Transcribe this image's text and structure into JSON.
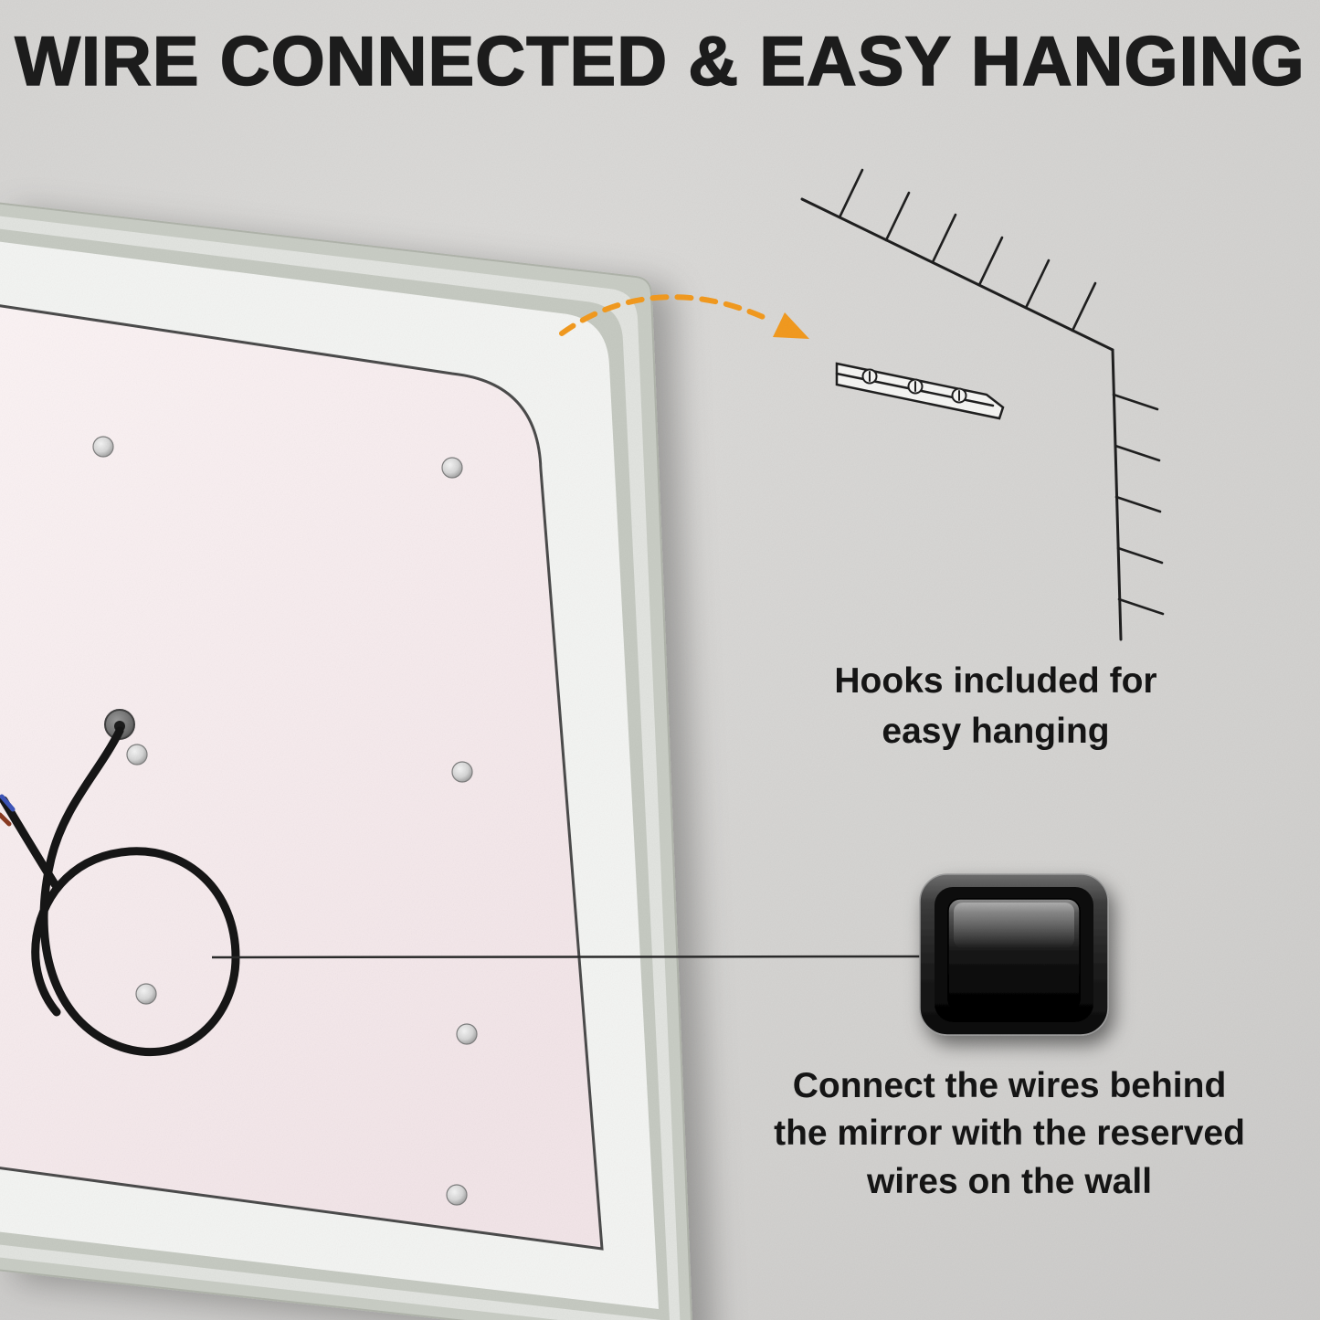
{
  "title": "WIRE CONNECTED & EASY HANGING",
  "captions": {
    "hooks": "Hooks included for\neasy hanging",
    "wires": "Connect the wires behind\nthe mirror with the reserved\nwires on the wall"
  },
  "colors": {
    "accent_orange": "#F29A1F",
    "line_black": "#1F1F1F",
    "wall": "#D7D6D4",
    "panel_pink": "#F8EEF0",
    "frame_white": "#F3F4F2",
    "glass_sage": "#C9CDC5"
  }
}
